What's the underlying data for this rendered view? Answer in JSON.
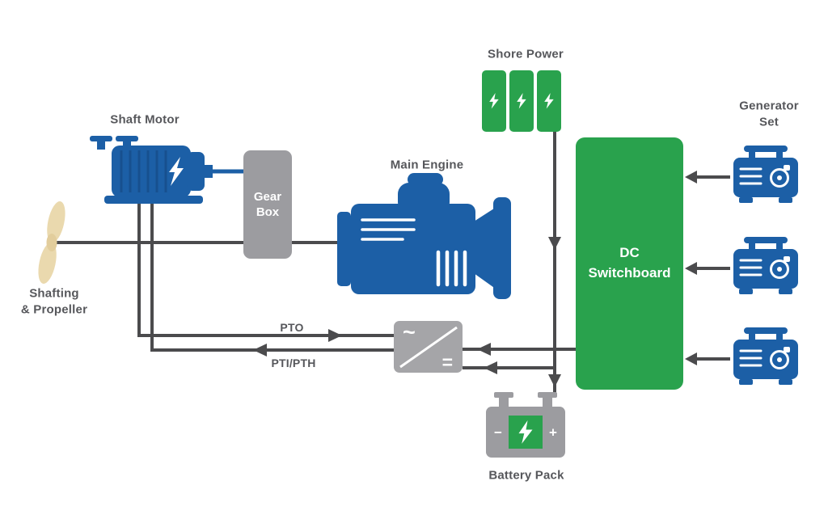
{
  "diagram": {
    "nodes": {
      "shaft_motor": {
        "label": "Shaft Motor"
      },
      "gear_box": {
        "label": "Gear\nBox"
      },
      "main_engine": {
        "label": "Main Engine"
      },
      "shore_power": {
        "label": "Shore Power"
      },
      "dc_switchboard": {
        "label": "DC\nSwitchboard"
      },
      "generator_set": {
        "label": "Generator\nSet"
      },
      "battery_pack": {
        "label": "Battery Pack",
        "minus": "−",
        "plus": "+"
      },
      "shafting_propeller": {
        "label": "Shafting\n& Propeller"
      },
      "converter": {
        "ac": "~",
        "dc": "="
      }
    },
    "flows": {
      "pto": "PTO",
      "pti_pth": "PTI/PTH"
    },
    "colors": {
      "blue": "#1c5fa6",
      "green": "#29a24d",
      "gray": "#9c9ca0",
      "line": "#4b4b4d",
      "label": "#56575b",
      "propeller": "#ead9ae"
    },
    "connections": [
      {
        "from": "shore_power",
        "to": "dc_switchboard"
      },
      {
        "from": "generator_set_1",
        "to": "dc_switchboard"
      },
      {
        "from": "generator_set_2",
        "to": "dc_switchboard"
      },
      {
        "from": "generator_set_3",
        "to": "dc_switchboard"
      },
      {
        "from": "dc_switchboard",
        "to": "converter"
      },
      {
        "from": "dc_switchboard",
        "to": "battery_pack"
      },
      {
        "from": "battery_pack",
        "to": "converter"
      },
      {
        "from": "shaft_motor",
        "to": "converter",
        "label": "PTO"
      },
      {
        "from": "converter",
        "to": "shaft_motor",
        "label": "PTI/PTH"
      },
      {
        "from": "shaft_motor",
        "to": "gear_box"
      },
      {
        "from": "gear_box",
        "to": "main_engine"
      },
      {
        "from": "gear_box",
        "to": "shafting_propeller"
      }
    ]
  }
}
